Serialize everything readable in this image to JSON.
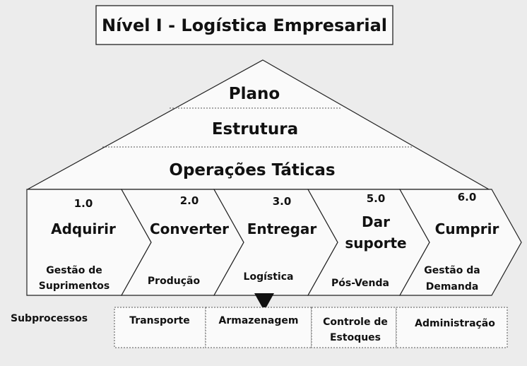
{
  "title": "Nível I - Logística Empresarial",
  "tiers": [
    "Plano",
    "Estrutura",
    "Operações Táticas"
  ],
  "processes": [
    {
      "number": "1.0",
      "verb": [
        "Adquirir"
      ],
      "sub": [
        "Gestão de",
        "Suprimentos"
      ]
    },
    {
      "number": "2.0",
      "verb": [
        "Converter"
      ],
      "sub": [
        "Produção"
      ]
    },
    {
      "number": "3.0",
      "verb": [
        "Entregar"
      ],
      "sub": [
        "Logística"
      ]
    },
    {
      "number": "5.0",
      "verb": [
        "Dar",
        "suporte"
      ],
      "sub": [
        "Pós-Venda"
      ]
    },
    {
      "number": "6.0",
      "verb": [
        "Cumprir"
      ],
      "sub": [
        "Gestão da",
        "Demanda"
      ]
    }
  ],
  "subprocesses": {
    "label": "Subprocessos",
    "items": [
      [
        "Transporte"
      ],
      [
        "Armazenagem"
      ],
      [
        "Controle de",
        "Estoques"
      ],
      [
        "Administração"
      ]
    ]
  }
}
